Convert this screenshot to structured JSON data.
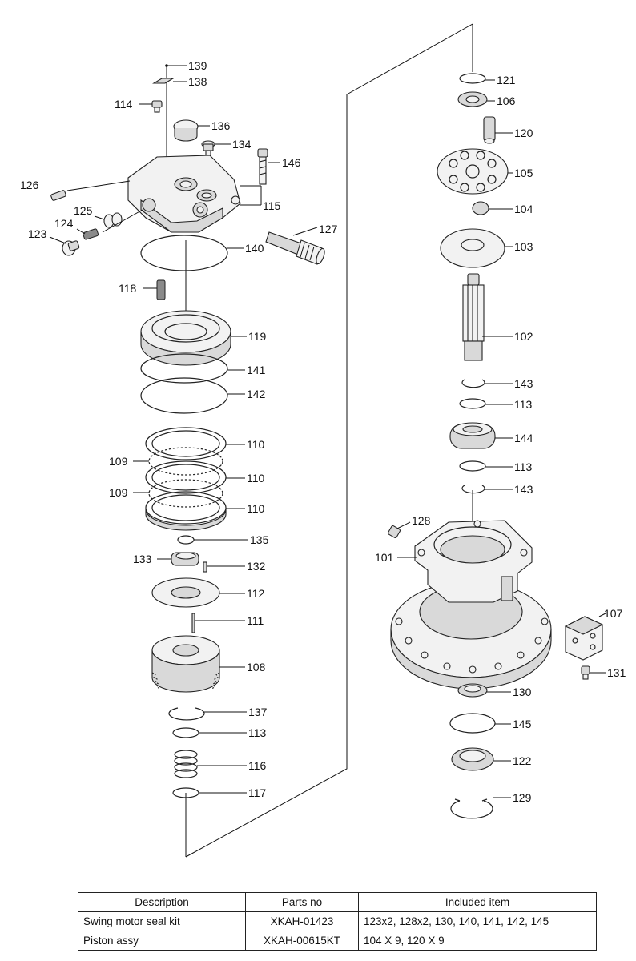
{
  "labels": {
    "l139": "139",
    "l138": "138",
    "l114": "114",
    "l136": "136",
    "l134": "134",
    "l146": "146",
    "l126": "126",
    "l115": "115",
    "l125": "125",
    "l124": "124",
    "l127": "127",
    "l123": "123",
    "l140": "140",
    "l118": "118",
    "l119": "119",
    "l141": "141",
    "l142": "142",
    "l110a": "110",
    "l109a": "109",
    "l110b": "110",
    "l109b": "109",
    "l110c": "110",
    "l135": "135",
    "l133": "133",
    "l132": "132",
    "l112": "112",
    "l111": "111",
    "l108": "108",
    "l137": "137",
    "l113a": "113",
    "l116": "116",
    "l117": "117",
    "l121": "121",
    "l106": "106",
    "l120": "120",
    "l105": "105",
    "l104": "104",
    "l103": "103",
    "l102": "102",
    "l143a": "143",
    "l113b": "113",
    "l144": "144",
    "l113c": "113",
    "l143b": "143",
    "l128": "128",
    "l101": "101",
    "l107": "107",
    "l131": "131",
    "l130": "130",
    "l145": "145",
    "l122": "122",
    "l129": "129"
  },
  "table": {
    "headers": [
      "Description",
      "Parts no",
      "Included item"
    ],
    "rows": [
      [
        "Swing motor seal kit",
        "XKAH-01423",
        "123x2, 128x2, 130, 140, 141, 142, 145"
      ],
      [
        "Piston assy",
        "XKAH-00615KT",
        "104 X 9, 120 X 9"
      ]
    ]
  }
}
